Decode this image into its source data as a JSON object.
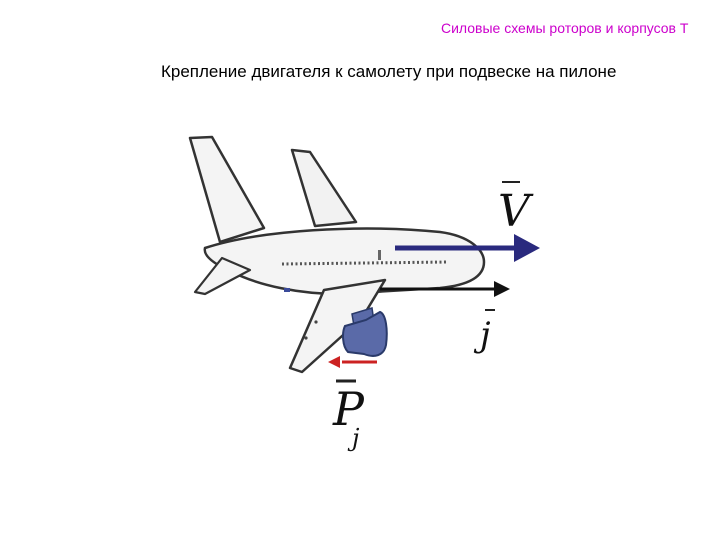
{
  "header": {
    "text": "Силовые схемы роторов и корпусов Т"
  },
  "slide": {
    "title": "Крепление двигателя к самолету при подвеске на пилоне"
  },
  "diagram": {
    "labels": {
      "velocity": "V",
      "inertia": "j",
      "force_main": "P",
      "force_sub": "j"
    },
    "colors": {
      "velocity_arrow": "#2a2a7e",
      "inertia_arrow": "#111111",
      "force_arrow": "#cc2222",
      "engine": "#5a6aa8",
      "airframe_fill": "#f4f4f4",
      "airframe_stroke": "#333333"
    }
  }
}
